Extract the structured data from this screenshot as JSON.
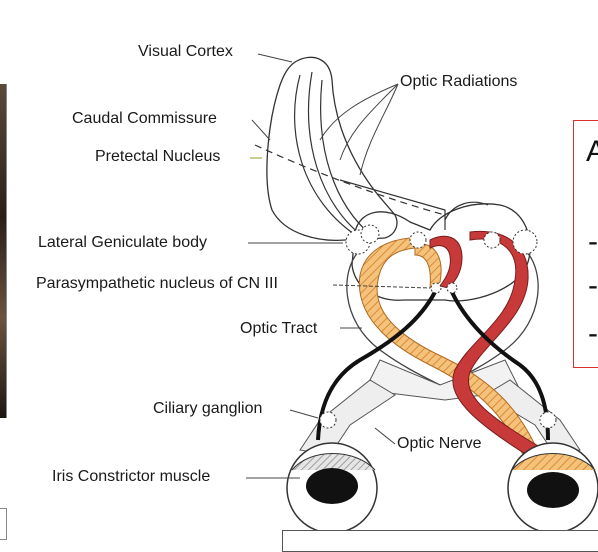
{
  "labels": {
    "visual_cortex": "Visual Cortex",
    "optic_radiations": "Optic Radiations",
    "caudal_commissure": "Caudal Commissure",
    "pretectal_nucleus": "Pretectal Nucleus",
    "lateral_geniculate": "Lateral Geniculate body",
    "parasympathetic_nucleus": "Parasympathetic nucleus of CN III",
    "optic_tract": "Optic Tract",
    "ciliary_ganglion": "Ciliary ganglion",
    "optic_nerve": "Optic Nerve",
    "iris_constrictor": "Iris Constrictor muscle"
  },
  "side_box": {
    "heading_glyph": "A",
    "bullets": [
      "-",
      "-",
      "-"
    ]
  },
  "colors": {
    "afferent_pathway": "#f0b860",
    "efferent_pathway": "#c83a3a",
    "outline": "#222222",
    "box_border": "#d9302b"
  }
}
